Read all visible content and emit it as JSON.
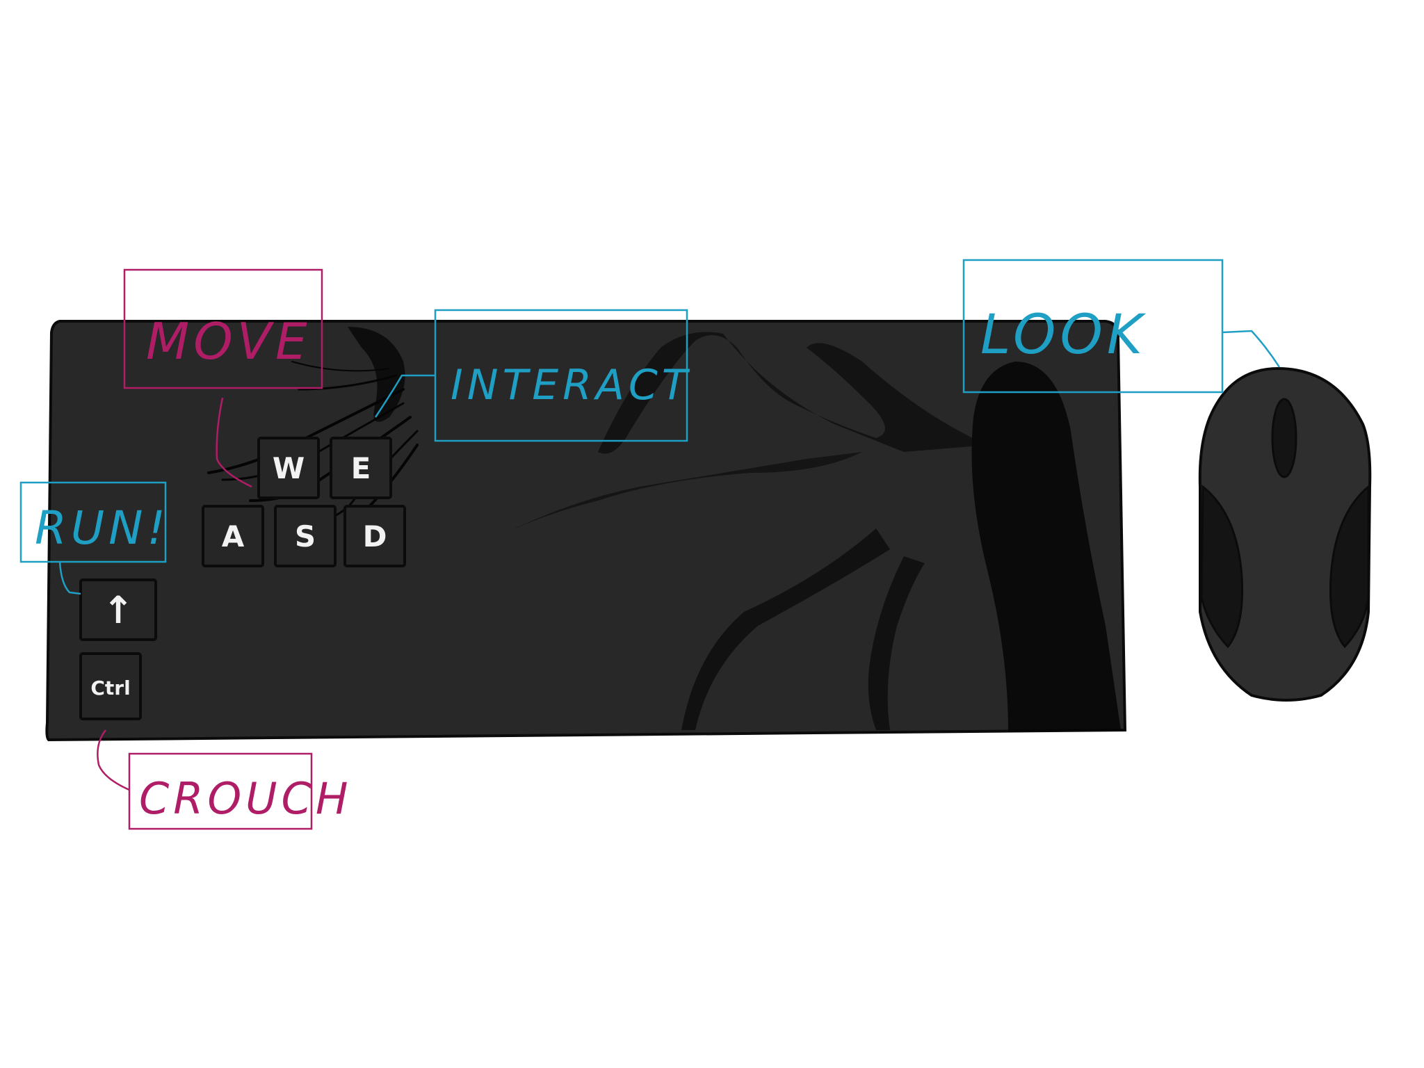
{
  "keys": {
    "w": "W",
    "e": "E",
    "a": "A",
    "s": "S",
    "d": "D",
    "up": "↑",
    "ctrl": "Ctrl"
  },
  "labels": {
    "move": "MOVE",
    "interact": "INTERACT",
    "look": "LOOK",
    "run": "RUN!",
    "crouch": "CROUCH"
  },
  "colors": {
    "keyboard": "#282828",
    "key": "#262626",
    "mouse": "#2e2e2e",
    "mouse_dark": "#141414",
    "pink": "#b01d67",
    "cyan": "#1f9fc4",
    "shadow": "#050505"
  }
}
